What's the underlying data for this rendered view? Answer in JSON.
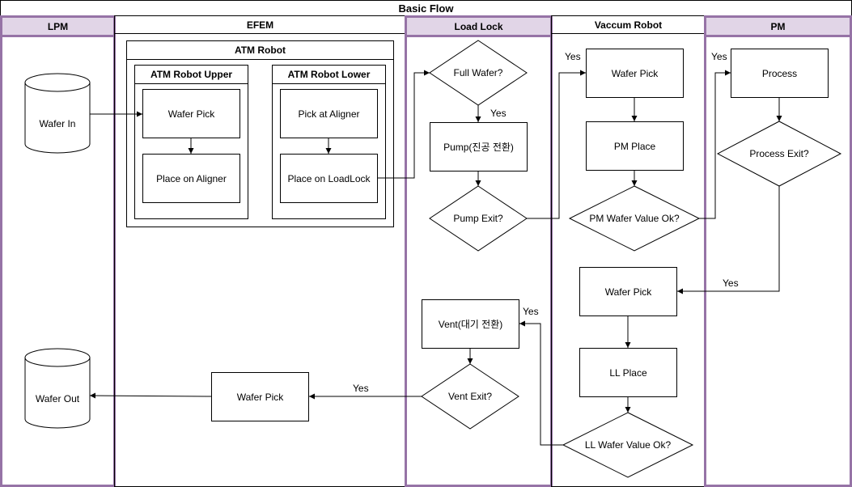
{
  "title": "Basic Flow",
  "lanes": {
    "lpm": "LPM",
    "efem": "EFEM",
    "load_lock": "Load Lock",
    "vaccum_robot": "Vaccum Robot",
    "pm": "PM"
  },
  "efem": {
    "atm_robot": "ATM Robot",
    "upper": {
      "title": "ATM Robot Upper",
      "wafer_pick": "Wafer Pick",
      "place_aligner": "Place on Aligner"
    },
    "lower": {
      "title": "ATM Robot Lower",
      "pick_aligner": "Pick at Aligner",
      "place_loadlock": "Place on LoadLock"
    },
    "wafer_pick_out": "Wafer Pick"
  },
  "lpm": {
    "wafer_in": "Wafer In",
    "wafer_out": "Wafer Out"
  },
  "load_lock": {
    "full_wafer": "Full Wafer?",
    "pump": "Pump(진공 전환)",
    "pump_exit": "Pump Exit?",
    "vent": "Vent(대기 전환)",
    "vent_exit": "Vent Exit?"
  },
  "vaccum_robot": {
    "wafer_pick_1": "Wafer Pick",
    "pm_place": "PM Place",
    "pm_value_ok": "PM Wafer Value Ok?",
    "wafer_pick_2": "Wafer Pick",
    "ll_place": "LL Place",
    "ll_value_ok": "LL Wafer Value Ok?"
  },
  "pm": {
    "process": "Process",
    "process_exit": "Process Exit?"
  },
  "edge_labels": {
    "yes_full": "Yes",
    "yes_pump": "Yes",
    "yes_pm_ok": "Yes",
    "yes_process": "Yes",
    "yes_ll_ok": "Yes",
    "yes_vent": "Yes"
  },
  "colors": {
    "lane_accent": "#9673a6",
    "lane_fill": "#e1d5e7",
    "line": "#000000"
  }
}
